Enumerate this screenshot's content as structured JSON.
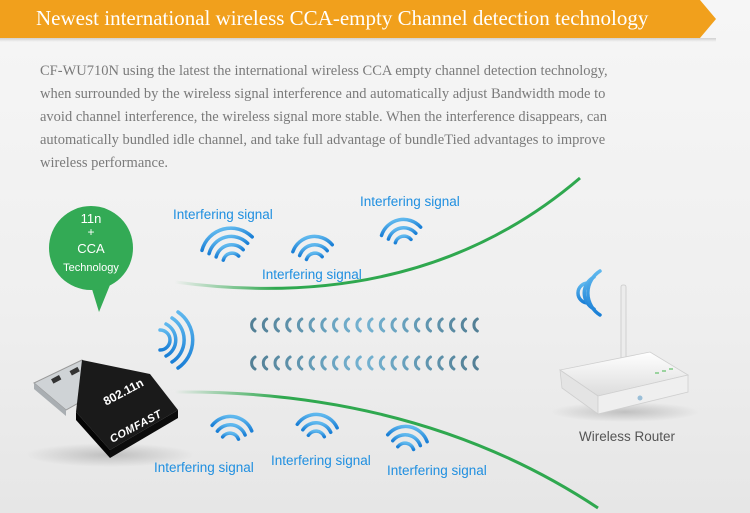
{
  "header": {
    "title": "Newest international wireless CCA-empty Channel detection technology"
  },
  "description": {
    "lines": [
      "CF-WU710N using the latest the international wireless CCA empty channel detection technology,",
      "when surrounded by the wireless signal interference and automatically adjust  Bandwidth mode to",
      "avoid channel interference, the wireless signal more stable. When the interference disappears, can",
      "automatically bundled idle channel, and take full advantage of bundleTied advantages to improve",
      "wireless performance."
    ]
  },
  "badge": {
    "line1": "11n",
    "line2": "+",
    "line3": "CCA",
    "line4": "Technology"
  },
  "interference_labels": {
    "top_left": "Interfering signal",
    "top_right": "Interfering signal",
    "top_middle": "Interfering signal",
    "bottom_left": "Interfering signal",
    "bottom_middle": "Interfering signal",
    "bottom_right": "Interfering signal"
  },
  "adapter": {
    "brand": "COMFAST",
    "standard": "802.11n"
  },
  "router": {
    "label": "Wireless Router"
  },
  "colors": {
    "banner": "#f1a01c",
    "accent_green": "#2fa84f",
    "signal_blue": "#1f8fe0"
  }
}
